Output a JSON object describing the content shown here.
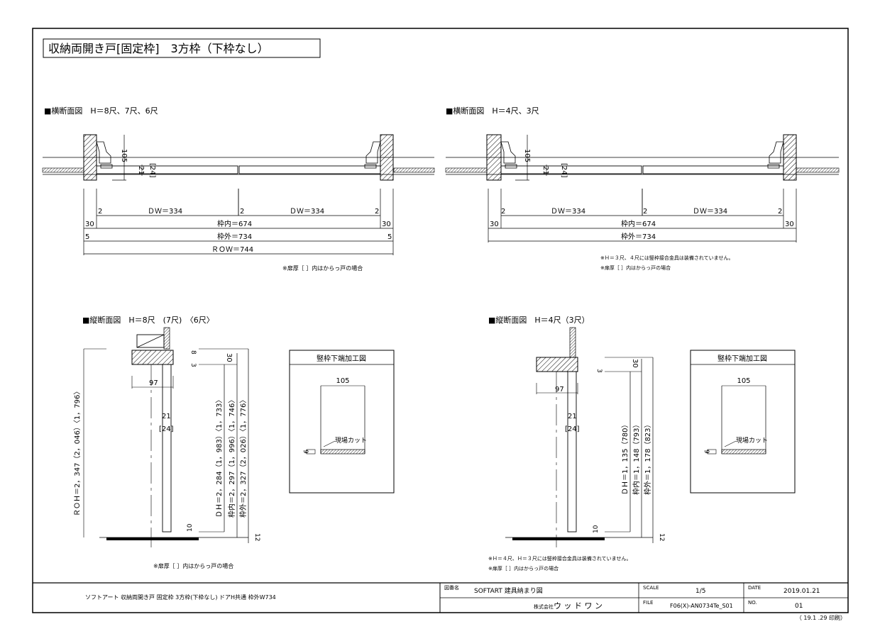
{
  "title": "収納両開き戸[固定枠]　3方枠（下枠なし）",
  "left_plan": {
    "heading": "■横断面図　H＝8尺、7尺、6尺",
    "dim_105": "105",
    "dim_21": "21",
    "dim_24": "[24]",
    "d2a": "2",
    "dw1": "ＤＷ＝334",
    "d2b": "2",
    "dw2": "ＤＷ＝334",
    "d2c": "2",
    "d30a": "30",
    "inner": "枠内＝674",
    "d30b": "30",
    "d5a": "5",
    "outer": "枠外＝734",
    "d5b": "5",
    "row": "ＲＯＷ＝744",
    "note": "※扉厚［ ］内はからっ戸の場合"
  },
  "right_plan": {
    "heading": "■横断面図　H＝4尺、3尺",
    "dim_105": "105",
    "dim_21": "21",
    "dim_24": "[24]",
    "d2a": "2",
    "dw1": "ＤＷ＝334",
    "d2b": "2",
    "dw2": "ＤＷ＝334",
    "d2c": "2",
    "d30a": "30",
    "inner": "枠内＝674",
    "d30b": "30",
    "outer": "枠外＝734",
    "note1": "※Ｈ＝３尺、４尺には竪枠接合金具は装備されていません。",
    "note2": "※扉厚［ ］内はからっ戸の場合"
  },
  "left_section": {
    "heading": "■縦断面図　H＝8尺　(7尺)　〈6尺〉",
    "roh": "ＲＯＨ＝2，347（2，046）〈1，796〉",
    "d8": "8",
    "d3": "3",
    "d30": "30",
    "d97": "97",
    "d21": "21",
    "d24": "[24]",
    "dh": "ＤＨ＝2，284（1，983）〈1，733〉",
    "inner": "枠内＝2，297（1，996）〈1，746〉",
    "outer": "枠外＝2，327（2，026）〈1，776〉",
    "d10": "10",
    "d12": "12",
    "note": "※扉厚［ ］内はからっ戸の場合"
  },
  "right_section": {
    "heading": "■縦断面図　H＝4尺（3尺）",
    "d3": "3",
    "d30": "30",
    "d97": "97",
    "d21": "21",
    "d24": "[24]",
    "dh": "ＤＨ＝1，135（780）",
    "inner": "枠内＝1，148（793）",
    "outer": "枠外＝1，178（823）",
    "d10": "10",
    "d12": "12",
    "note1": "※Ｈ＝４尺、Ｈ＝３尺には竪枠接合金具は装備されていません。",
    "note2": "※扉厚［ ］内はからっ戸の場合"
  },
  "detail_left": {
    "title": "竪枠下端加工図",
    "d105": "105",
    "d9": "9",
    "label": "現場カット"
  },
  "detail_right": {
    "title": "竪枠下端加工図",
    "d105": "105",
    "d9": "9",
    "label": "現場カット"
  },
  "footer": {
    "description": "ソフトアート 収納両開き戸 固定枠 3方枠(下枠なし) ドアH共通 枠外W734",
    "name_label": "図番名",
    "drawing_name": "SOFTART 建具納まり図",
    "company_label": "株式会社",
    "company": "ウ ッ ド ワ ン",
    "scale_label": "SCALE",
    "scale": "1/5",
    "date_label": "DATE",
    "date": "2019.01.21",
    "file_label": "FILE",
    "file": "F06(X)-AN0734Te_S01",
    "no_label": "NO.",
    "no": "01",
    "printed": "（ 19.1 .29 印刷）"
  }
}
